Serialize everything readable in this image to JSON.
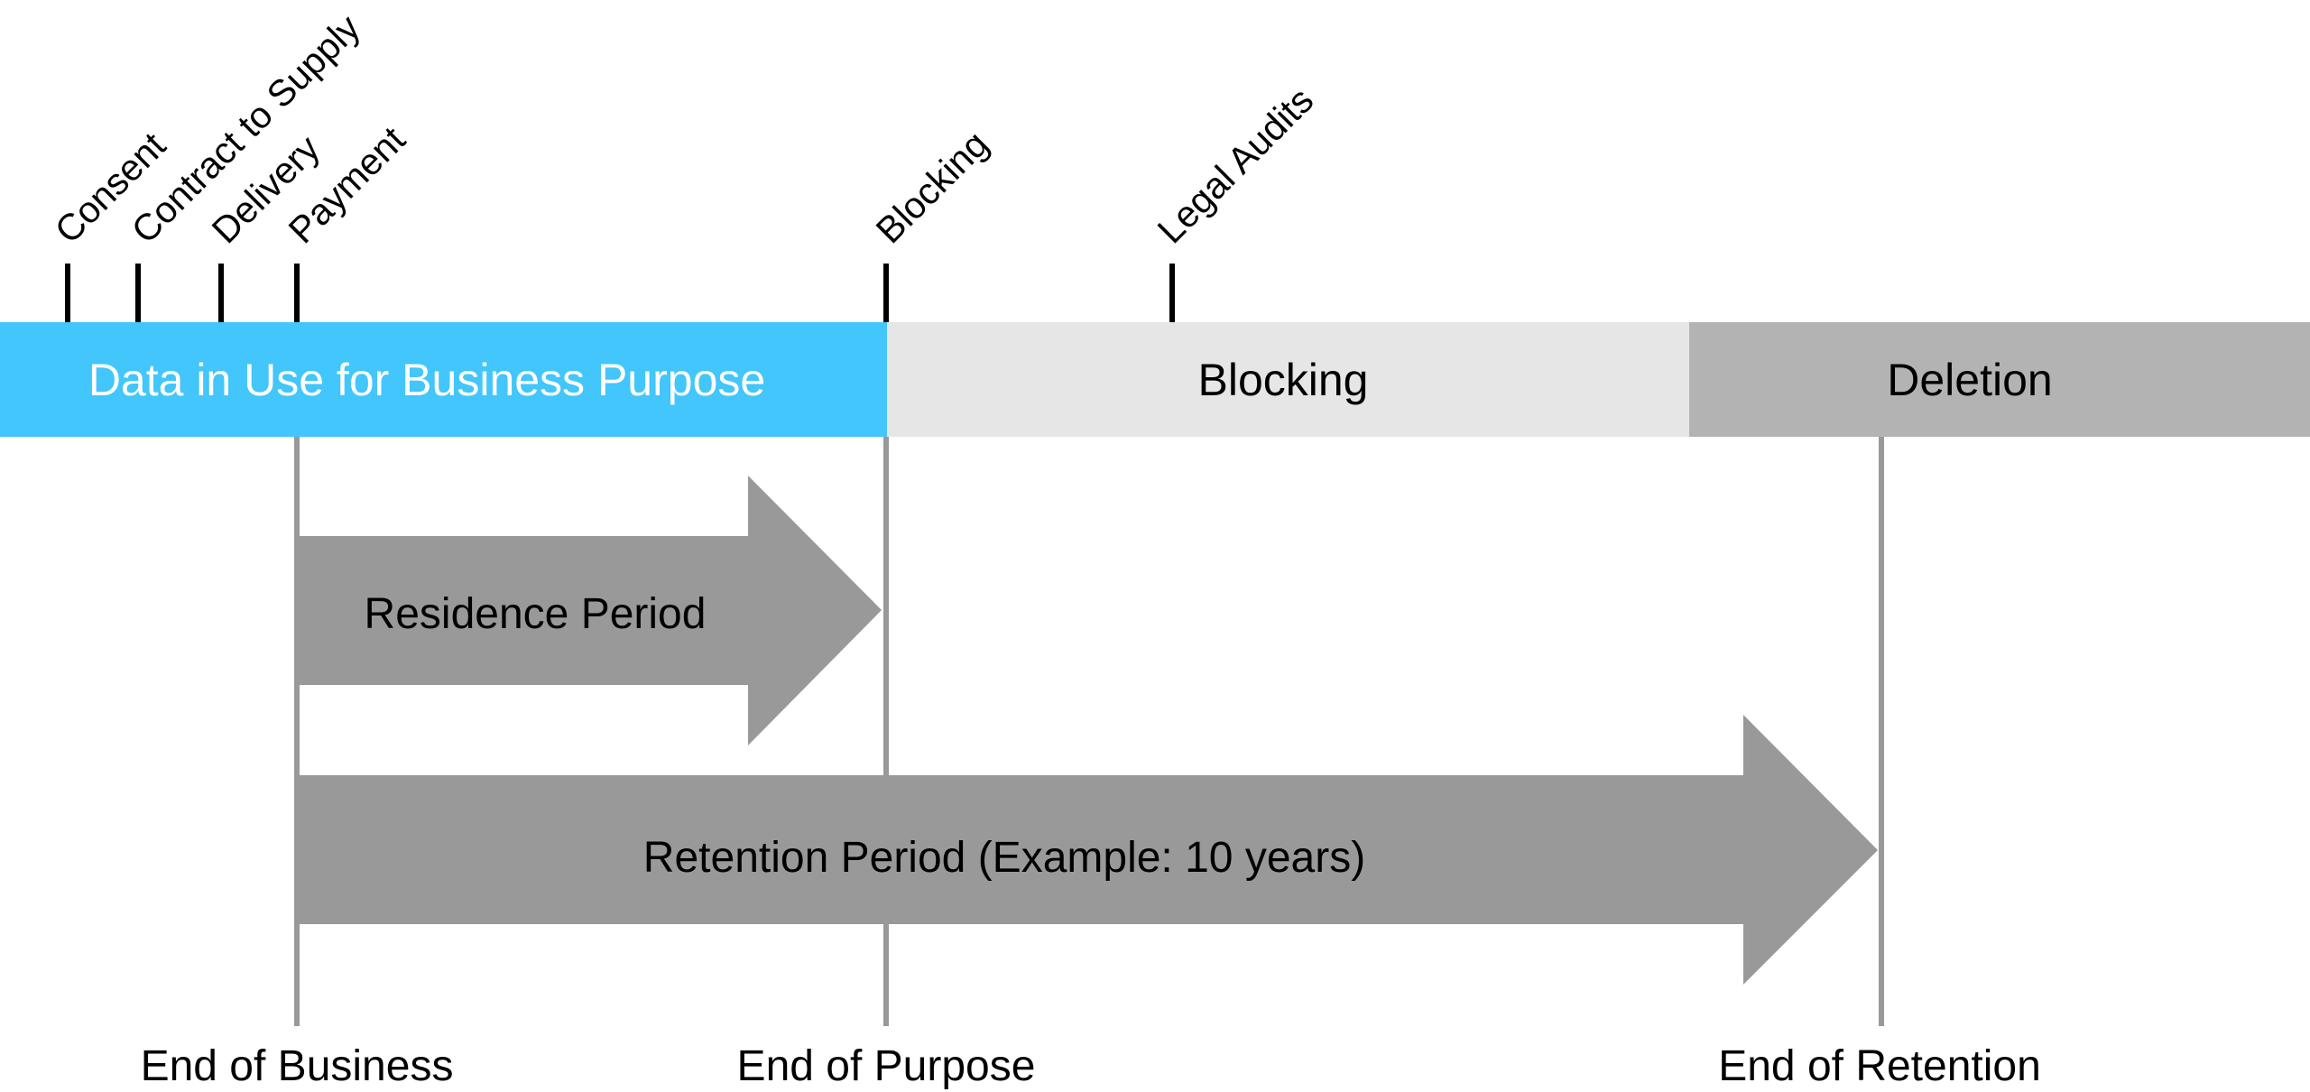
{
  "events": [
    "Consent",
    "Contract to Supply",
    "Delivery",
    "Payment",
    "Blocking",
    "Legal Audits"
  ],
  "phases": [
    {
      "label": "Data in Use for Business Purpose",
      "fill": "#42c6fb",
      "text_color": "#ffffff"
    },
    {
      "label": "Blocking",
      "fill": "#e6e6e6",
      "text_color": "#000000"
    },
    {
      "label": "Deletion",
      "fill": "#b3b3b3",
      "text_color": "#000000"
    }
  ],
  "periods": [
    {
      "label": "Residence Period",
      "color": "#999999"
    },
    {
      "label": "Retention Period (Example: 10 years)",
      "color": "#999999"
    }
  ],
  "milestones": [
    "End of Business",
    "End of Purpose",
    "End of Retention"
  ],
  "colors": {
    "tick": "#000000",
    "milestone_line": "#999999",
    "background": "#ffffff"
  }
}
